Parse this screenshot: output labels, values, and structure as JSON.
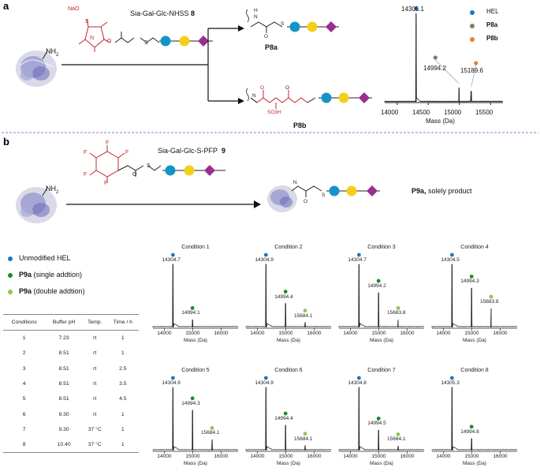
{
  "panel_a": {
    "label": "a",
    "reagent_name": "Sia-Gal-Glc-NHSS",
    "reagent_number": "8",
    "nh2": "NH",
    "nh2_sub": "2",
    "reagent_atoms": {
      "na_o": "NaO",
      "s": "S",
      "o": "O",
      "n": "N"
    },
    "product_top": "P8a",
    "product_bottom": "P8b",
    "product_atoms": {
      "h": "H",
      "n": "N",
      "o": "O",
      "s": "S",
      "so3h": "SO3H"
    },
    "ms": {
      "legend": [
        "HEL",
        "P8a",
        "P8b"
      ],
      "peaks": [
        "14305.1",
        "14994.2",
        "15189.6"
      ],
      "ticks": [
        "14000",
        "14500",
        "15000",
        "15500"
      ],
      "xlabel": "Mass (Da)"
    }
  },
  "panel_b": {
    "label": "b",
    "reagent_name": "Sia-Gal-Glc-S-PFP",
    "reagent_number": "9",
    "fluorine": "F",
    "product_note_bold": "P9a,",
    "product_note": " solely product",
    "legend": [
      "Unmodified HEL",
      "P9a",
      " (single addtion)",
      "P9a",
      " (double addtion)"
    ]
  },
  "table": {
    "headers": [
      "Conditions",
      "Buffer pH",
      "Temp.",
      "Time / h"
    ],
    "rows": [
      [
        "1",
        "7.23",
        "rt",
        "1"
      ],
      [
        "2",
        "8.51",
        "rt",
        "1"
      ],
      [
        "3",
        "8.51",
        "rt",
        "2.5"
      ],
      [
        "4",
        "8.51",
        "rt",
        "3.5"
      ],
      [
        "5",
        "8.51",
        "rt",
        "4.5"
      ],
      [
        "6",
        "9.30",
        "rt",
        "1"
      ],
      [
        "7",
        "9.30",
        "37 °C",
        "1"
      ],
      [
        "8",
        "10.40",
        "37 °C",
        "1"
      ]
    ]
  },
  "colors": {
    "hel_blue": "#1f77c4",
    "p8a_brown": "#8c7a5e",
    "p8b_orange": "#f07f2a",
    "single_green": "#1e8a2a",
    "double_green": "#8cc84b",
    "glc_blue": "#1593c9",
    "gal_yellow": "#f4cf1a",
    "sia_purple": "#9b2d8f",
    "reagent_red": "#c0272d",
    "divider_purple": "#8a7bc8"
  },
  "spectra": [
    {
      "title": "Condition 1",
      "hel": "14304.7",
      "single": "14994.1",
      "double": ""
    },
    {
      "title": "Condition 2",
      "hel": "14304.9",
      "single": "14994.4",
      "double": "15684.1"
    },
    {
      "title": "Condition 3",
      "hel": "14304.7",
      "single": "14994.2",
      "double": "15683.8"
    },
    {
      "title": "Condition 4",
      "hel": "14304.5",
      "single": "14994.3",
      "double": "15683.8"
    },
    {
      "title": "Condition 5",
      "hel": "14304.9",
      "single": "14994.3",
      "double": "15684.1"
    },
    {
      "title": "Condition 6",
      "hel": "14304.9",
      "single": "14994.4",
      "double": "15684.1"
    },
    {
      "title": "Condition 7",
      "hel": "14304.8",
      "single": "14994.5",
      "double": "15684.1"
    },
    {
      "title": "Condition 8",
      "hel": "14305.3",
      "single": "14994.8",
      "double": ""
    }
  ],
  "spectrum_axis": {
    "ticks": [
      "14000",
      "15000",
      "16000"
    ],
    "xlabel": "Mass (Da)"
  },
  "chart_data": {
    "type": "line",
    "xlabel": "Mass (Da)",
    "xlim": [
      13600,
      16600
    ],
    "series": [
      {
        "name": "Condition 1",
        "peaks_x": [
          14304.7,
          14994.1
        ],
        "peaks_rel": [
          1.0,
          0.12
        ]
      },
      {
        "name": "Condition 2",
        "peaks_x": [
          14304.9,
          14994.4,
          15684.1
        ],
        "peaks_rel": [
          1.0,
          0.38,
          0.08
        ]
      },
      {
        "name": "Condition 3",
        "peaks_x": [
          14304.7,
          14994.2,
          15683.8
        ],
        "peaks_rel": [
          1.0,
          0.55,
          0.12
        ]
      },
      {
        "name": "Condition 4",
        "peaks_x": [
          14304.5,
          14994.3,
          15683.8
        ],
        "peaks_rel": [
          1.0,
          0.62,
          0.3
        ]
      },
      {
        "name": "Condition 5",
        "peaks_x": [
          14304.9,
          14994.3,
          15684.1
        ],
        "peaks_rel": [
          1.0,
          0.64,
          0.17
        ]
      },
      {
        "name": "Condition 6",
        "peaks_x": [
          14304.9,
          14994.4,
          15684.1
        ],
        "peaks_rel": [
          1.0,
          0.4,
          0.08
        ]
      },
      {
        "name": "Condition 7",
        "peaks_x": [
          14304.8,
          14994.5,
          15684.1
        ],
        "peaks_rel": [
          1.0,
          0.32,
          0.07
        ]
      },
      {
        "name": "Condition 8",
        "peaks_x": [
          14305.3,
          14994.8
        ],
        "peaks_rel": [
          1.0,
          0.19
        ]
      }
    ]
  }
}
